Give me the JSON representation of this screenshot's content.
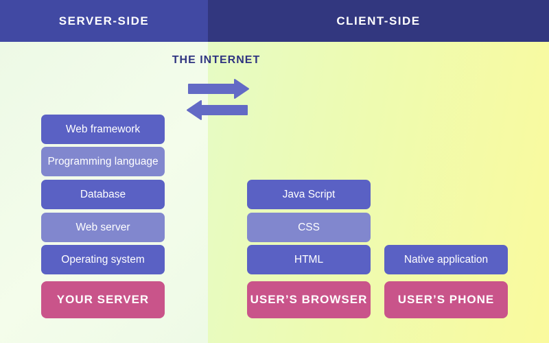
{
  "header": {
    "server_label": "SERVER-SIDE",
    "client_label": "CLIENT-SIDE"
  },
  "internet": {
    "label": "THE INTERNET",
    "arrow_icons": [
      "arrow-right-icon",
      "arrow-left-icon"
    ]
  },
  "server_column": {
    "stack": [
      {
        "label": "Web framework",
        "tone": "dark"
      },
      {
        "label": "Programming language",
        "tone": "light"
      },
      {
        "label": "Database",
        "tone": "dark"
      },
      {
        "label": "Web server",
        "tone": "light"
      },
      {
        "label": "Operating system",
        "tone": "dark"
      }
    ],
    "base_label": "YOUR SERVER"
  },
  "browser_column": {
    "stack": [
      {
        "label": "Java Script",
        "tone": "dark"
      },
      {
        "label": "CSS",
        "tone": "light"
      },
      {
        "label": "HTML",
        "tone": "dark"
      }
    ],
    "base_label": "USER’S BROWSER"
  },
  "phone_column": {
    "stack": [
      {
        "label": "Native application",
        "tone": "dark"
      }
    ],
    "base_label": "USER’S PHONE"
  },
  "colors": {
    "header_server_bg": "#4149a3",
    "header_client_bg": "#32377f",
    "panel_server_bg": "#f0fae8",
    "panel_client_bg_near": "#e6fbc4",
    "panel_client_bg_far": "#fafa9d",
    "box_dark": "#5a61c4",
    "box_light": "#8187ce",
    "box_base_pink": "#c9548a",
    "arrow": "#636ac5",
    "internet_text": "#2e3380",
    "box_text": "#ffffff"
  }
}
